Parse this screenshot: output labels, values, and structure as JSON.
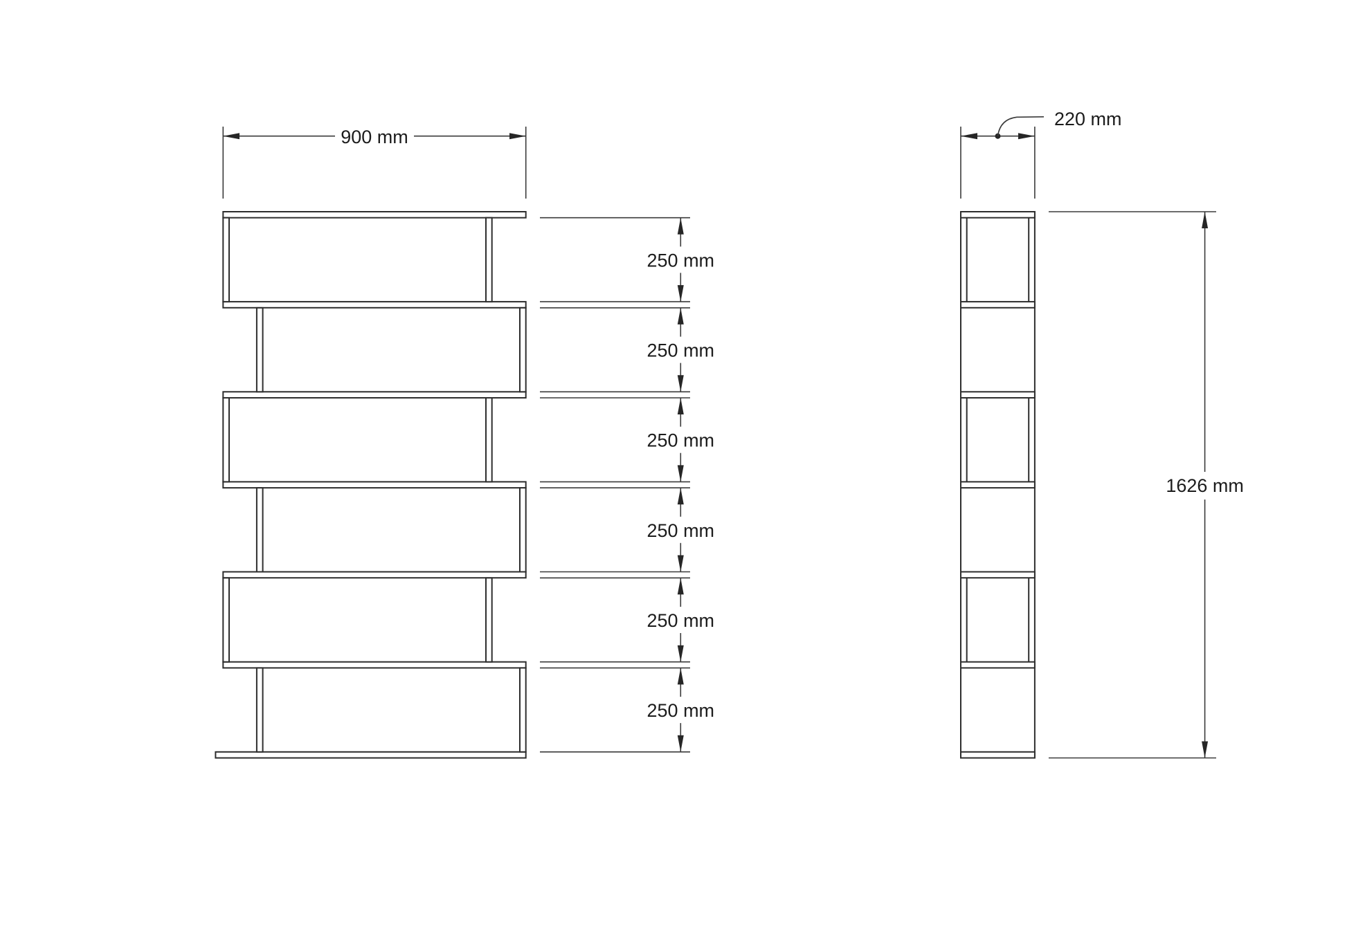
{
  "colors": {
    "background": "#ffffff",
    "object_line": "#2d2d2d",
    "dimension_line": "#3a3a3a",
    "text": "#1c1c1c"
  },
  "dimensions": {
    "front_width": "900 mm",
    "compartment_heights": [
      "250 mm",
      "250 mm",
      "250 mm",
      "250 mm",
      "250 mm",
      "250 mm"
    ],
    "side_depth": "220 mm",
    "overall_height": "1626 mm"
  }
}
